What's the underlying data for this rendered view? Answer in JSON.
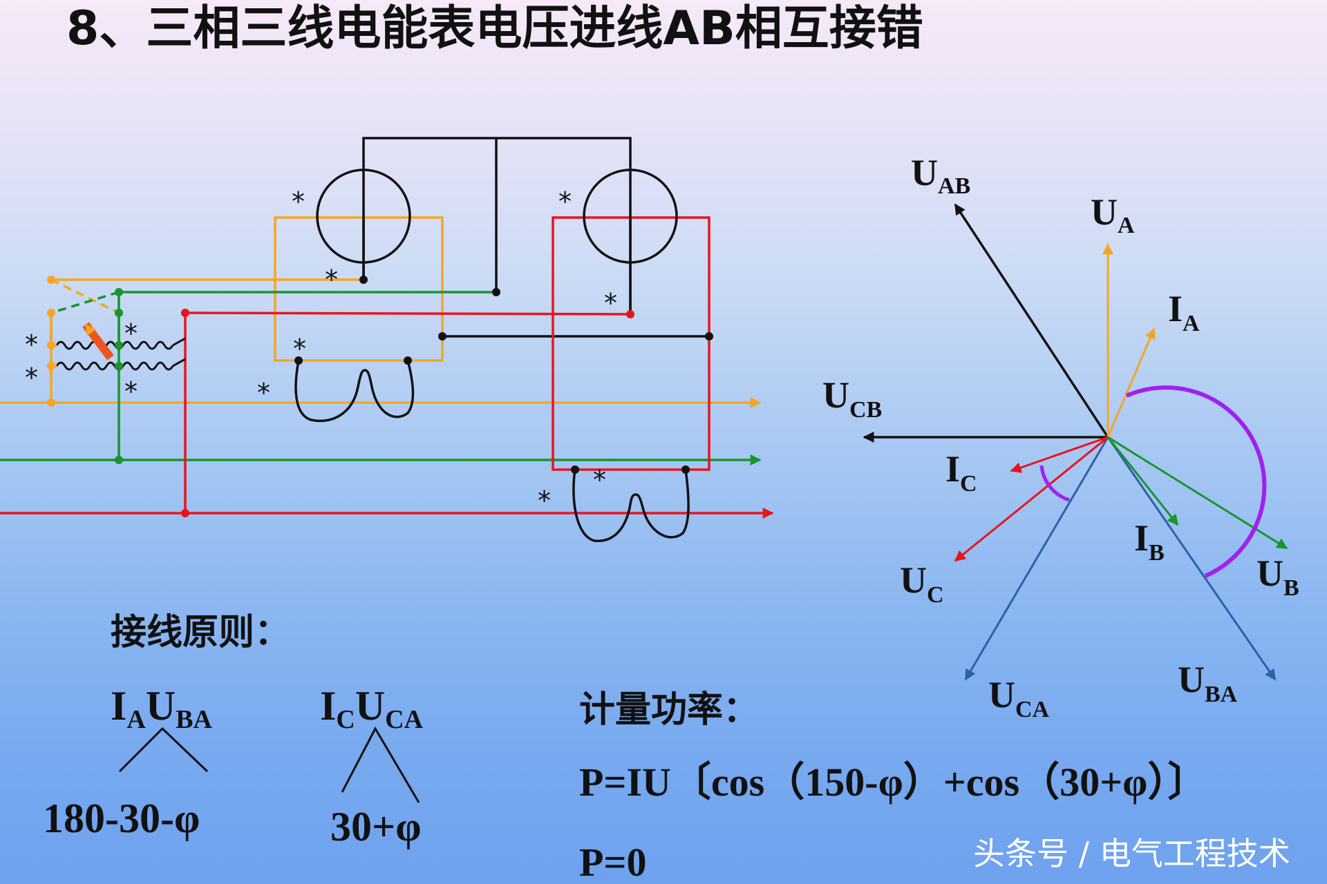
{
  "title": "8、三相三线电能表电压进线AB相互接错",
  "colors": {
    "phase_a": "#f5a623",
    "phase_b": "#16962b",
    "phase_c": "#e8141c",
    "neutral": "#111111",
    "arc": "#a020f0",
    "ca_line": "#2f5fa8"
  },
  "terminal_mark": "*",
  "vector_labels": {
    "uab": {
      "main": "U",
      "sub": "AB"
    },
    "ua": {
      "main": "U",
      "sub": "A"
    },
    "ia": {
      "main": "I",
      "sub": "A"
    },
    "ucb": {
      "main": "U",
      "sub": "CB"
    },
    "ic": {
      "main": "I",
      "sub": "C"
    },
    "uc": {
      "main": "U",
      "sub": "C"
    },
    "ib": {
      "main": "I",
      "sub": "B"
    },
    "ub": {
      "main": "U",
      "sub": "B"
    },
    "uca": {
      "main": "U",
      "sub": "CA"
    },
    "uba": {
      "main": "U",
      "sub": "BA"
    }
  },
  "principle": {
    "heading": "接线原则：",
    "pair1": {
      "i": "I",
      "i_sub": "A",
      "u": "U",
      "u_sub": "BA",
      "angle": "180-30-φ"
    },
    "pair2": {
      "i": "I",
      "i_sub": "C",
      "u": "U",
      "u_sub": "CA",
      "angle": "30+φ"
    }
  },
  "metering": {
    "heading": "计量功率：",
    "formula": "P=IU〔cos（150-φ）+cos（30+φ）〕",
    "result": "P=0"
  },
  "watermark": "头条号 / 电气工程技术"
}
